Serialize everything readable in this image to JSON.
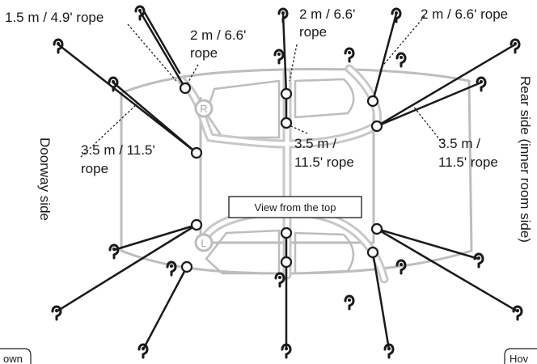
{
  "caption": "View from the top",
  "sides": {
    "doorway": "Doorway side",
    "rear": "Rear side (inner room side)"
  },
  "markers": {
    "right": "R",
    "left": "L"
  },
  "labels": {
    "top_left_short": "1.5 m / 4.9' rope",
    "top_left_2m_line1": "2 m / 6.6'",
    "top_left_2m_line2": "rope",
    "top_center_2m_line1": "2 m / 6.6'",
    "top_center_2m_line2": "rope",
    "top_right_2m": "2 m / 6.6' rope",
    "left_35_line1": "3.5 m / 11.5'",
    "left_35_line2": "rope",
    "center_35_line1": "3.5 m /",
    "center_35_line2": "11.5' rope",
    "right_35_line1": "3.5 m /",
    "right_35_line2": "11.5' rope"
  },
  "corner_tags": {
    "bottom_left": "own",
    "bottom_right": "Hov"
  }
}
